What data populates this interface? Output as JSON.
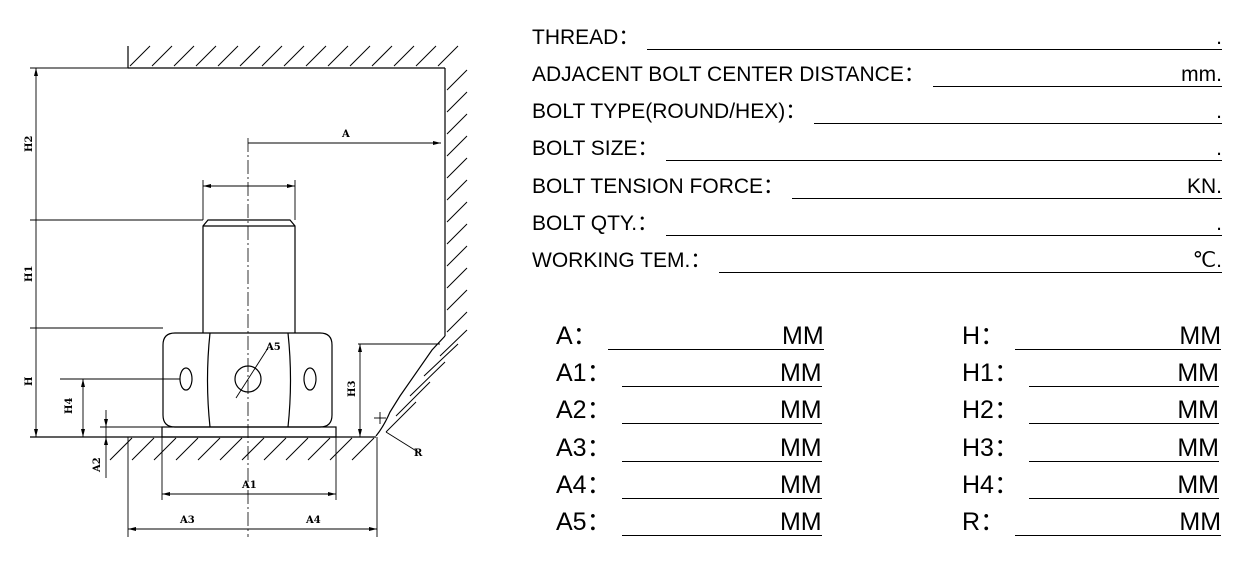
{
  "drawing": {
    "labels": {
      "A": "A",
      "A1": "A1",
      "A2": "A2",
      "A3": "A3",
      "A4": "A4",
      "A5": "A5",
      "H": "H",
      "H1": "H1",
      "H2": "H2",
      "H3": "H3",
      "H4": "H4",
      "R": "R"
    }
  },
  "spec_fields": [
    {
      "label": "THREAD：",
      "unit": "."
    },
    {
      "label": "ADJACENT BOLT CENTER DISTANCE：",
      "unit": "mm."
    },
    {
      "label": "BOLT TYPE(ROUND/HEX)：",
      "unit": "."
    },
    {
      "label": "BOLT SIZE：",
      "unit": "."
    },
    {
      "label": "BOLT TENSION FORCE：",
      "unit": "KN."
    },
    {
      "label": "BOLT QTY.：",
      "unit": "."
    },
    {
      "label": "WORKING TEM.：",
      "unit": "℃."
    }
  ],
  "dimensions_left": [
    {
      "label": "A：",
      "unit": "MM"
    },
    {
      "label": "A1：",
      "unit": "MM"
    },
    {
      "label": "A2：",
      "unit": "MM"
    },
    {
      "label": "A3：",
      "unit": "MM"
    },
    {
      "label": "A4：",
      "unit": "MM"
    },
    {
      "label": "A5：",
      "unit": "MM"
    }
  ],
  "dimensions_right": [
    {
      "label": "H：",
      "unit": "MM"
    },
    {
      "label": "H1：",
      "unit": "MM"
    },
    {
      "label": "H2：",
      "unit": "MM"
    },
    {
      "label": "H3：",
      "unit": "MM"
    },
    {
      "label": "H4：",
      "unit": "MM"
    },
    {
      "label": "R：",
      "unit": "MM"
    }
  ]
}
